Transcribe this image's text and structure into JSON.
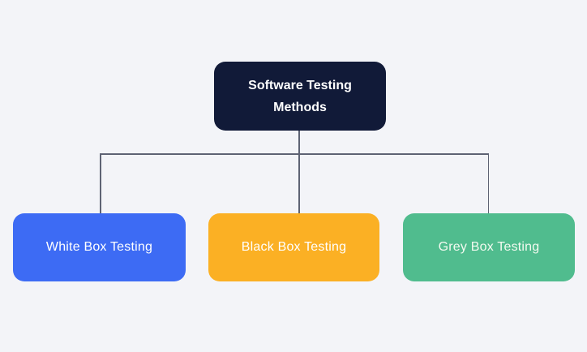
{
  "diagram": {
    "background_color": "#f3f4f8",
    "connector_color": "#5e6374",
    "root": {
      "label": "Software Testing Methods",
      "fill_color": "#111a38",
      "text_color": "#ffffff"
    },
    "children": [
      {
        "label": "White Box Testing",
        "fill_color": "#3d6bf4",
        "text_color": "#ffffff"
      },
      {
        "label": "Black Box Testing",
        "fill_color": "#fbb024",
        "text_color": "#ffffff"
      },
      {
        "label": "Grey Box Testing",
        "fill_color": "#50bc8e",
        "text_color": "#f3faf0"
      }
    ]
  }
}
